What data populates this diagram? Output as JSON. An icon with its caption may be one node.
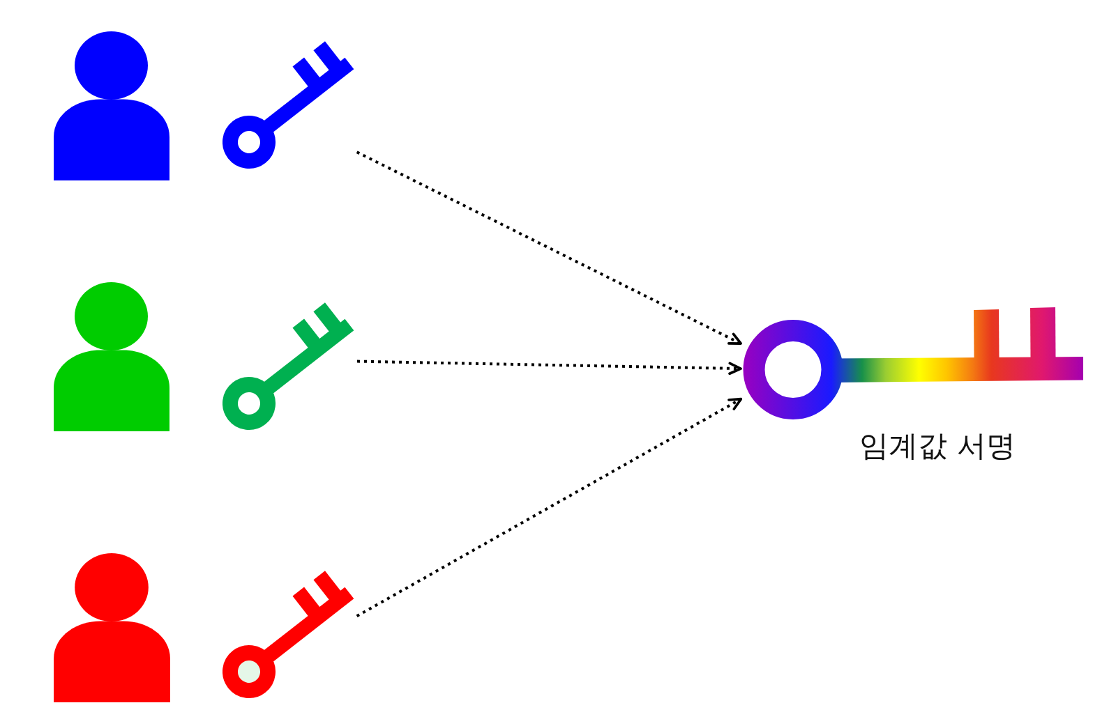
{
  "diagram": {
    "nodes": [
      {
        "text": [],
        "shape": "person"
      },
      {
        "text": [],
        "shape": "key"
      },
      {
        "text": [],
        "shape": "person"
      },
      {
        "text": [],
        "shape": "key"
      },
      {
        "text": [],
        "shape": "person"
      },
      {
        "text": [],
        "shape": "key"
      },
      {
        "text": [],
        "shape": "key",
        "beside": [
          "임계값 서명"
        ]
      }
    ],
    "edges": [
      {
        "from": 1,
        "to": 6,
        "arrow": "to",
        "style": "dashed"
      },
      {
        "from": 3,
        "to": 6,
        "arrow": "to",
        "style": "dashed"
      },
      {
        "from": 5,
        "to": 6,
        "arrow": "to",
        "style": "dashed"
      }
    ]
  }
}
